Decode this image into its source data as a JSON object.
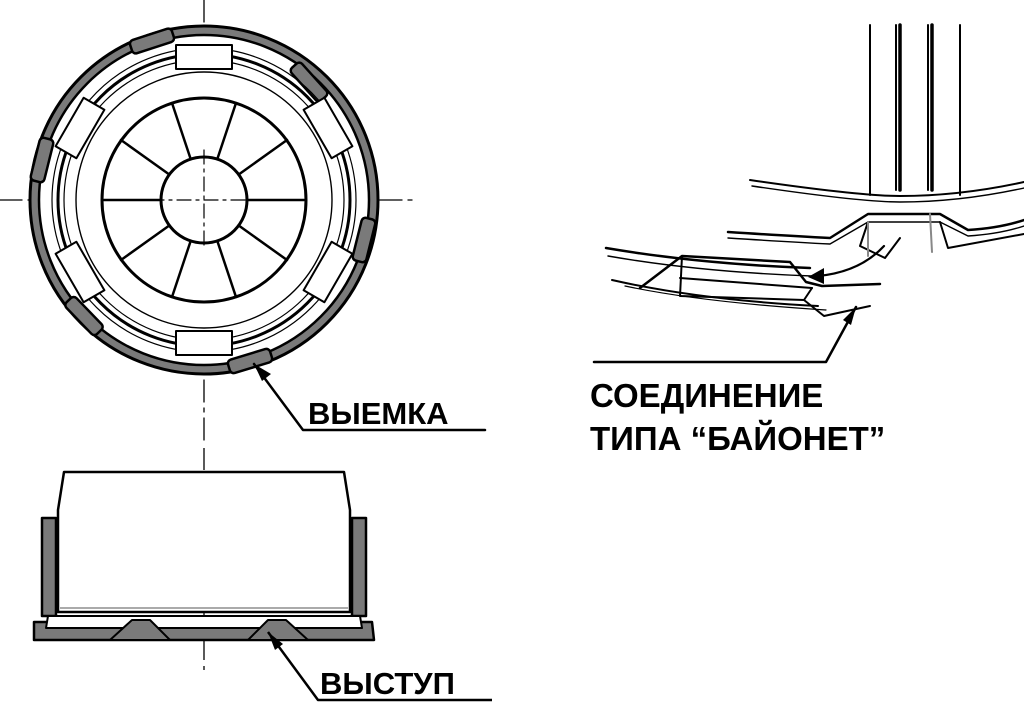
{
  "labels": {
    "recess": "ВЫЕМКА",
    "protrusion": "ВЫСТУП",
    "connection_line1": "СОЕДИНЕНИЕ",
    "connection_line2": "ТИПА “БАЙОНЕТ”"
  },
  "colors": {
    "ink": "#000000",
    "fill_dark": "#7a7a7a",
    "fill_light": "#ffffff"
  }
}
